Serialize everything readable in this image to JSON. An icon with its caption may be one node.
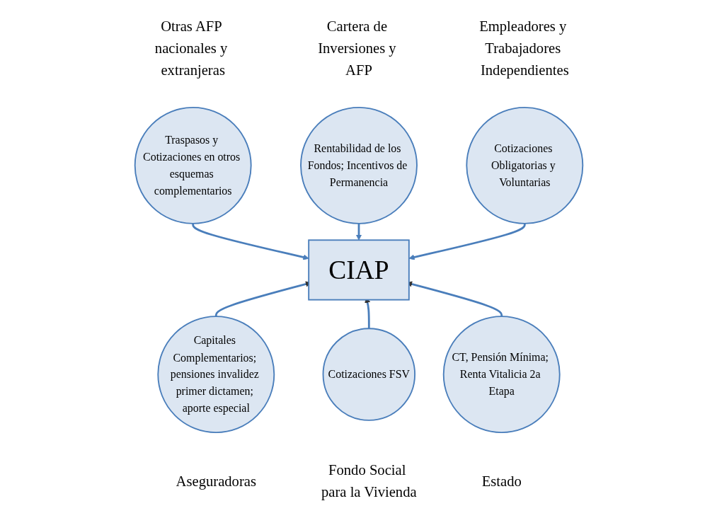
{
  "diagram": {
    "nodes": [
      {
        "text": [
          "Traspasos y Cotizaciones en otros esquemas complementarios"
        ],
        "beside": [
          "Otras AFP nacionales y extranjeras"
        ]
      },
      {
        "text": [
          "Rentabilidad de los Fondos; Incentivos de Permanencia"
        ],
        "beside": [
          "Cartera de Inversiones y AFP"
        ]
      },
      {
        "text": [
          "Cotizaciones Obligatorias y Voluntarias"
        ],
        "beside": [
          "Empleadores y Trabajadores Independientes"
        ]
      },
      {
        "text": [
          "CIAP"
        ]
      },
      {
        "text": [
          "Capitales Complementarios; pensiones invalidez primer dictamen; aporte especial"
        ],
        "beside": [
          "Aseguradoras"
        ]
      },
      {
        "text": [
          "Cotizaciones FSV"
        ],
        "beside": [
          "Fondo Social para la Vivienda"
        ]
      },
      {
        "text": [
          "CT, Pensión Mínima; Renta Vitalicia 2a Etapa"
        ],
        "beside": [
          "Estado"
        ]
      }
    ],
    "edges": [
      {
        "from": 0,
        "to": 3,
        "arrow": "to"
      },
      {
        "from": 1,
        "to": 3,
        "arrow": "to"
      },
      {
        "from": 2,
        "to": 3,
        "arrow": "to"
      },
      {
        "from": 4,
        "to": 3,
        "arrow": "to"
      },
      {
        "from": 5,
        "to": 3,
        "arrow": "to"
      },
      {
        "from": 6,
        "to": 3,
        "arrow": "to"
      }
    ]
  }
}
